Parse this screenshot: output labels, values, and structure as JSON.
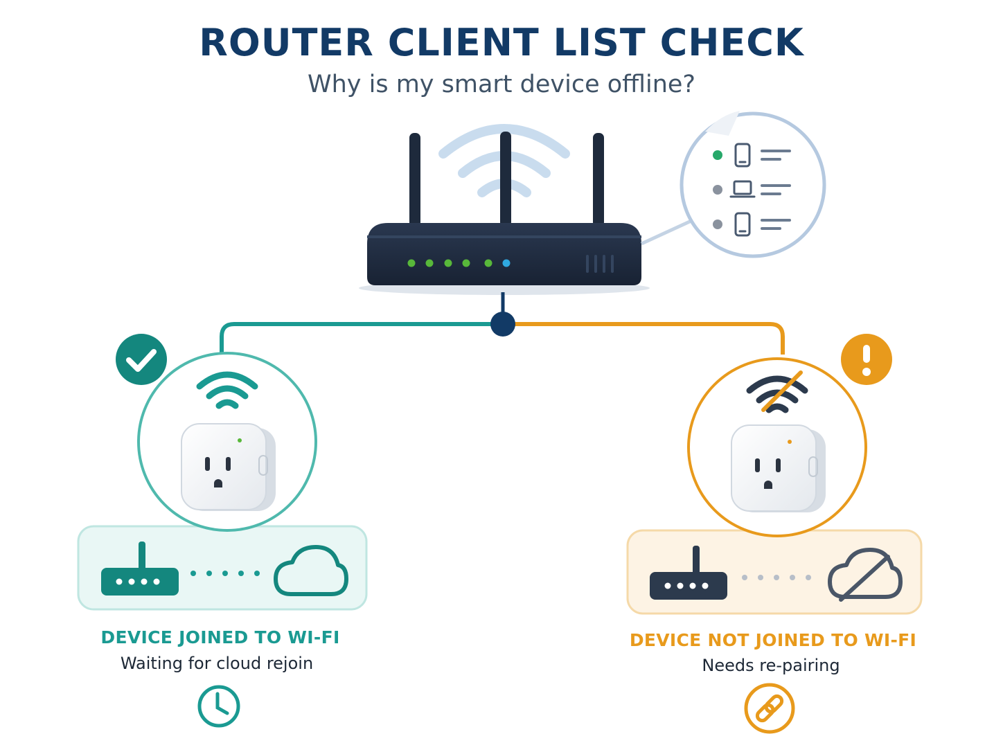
{
  "header": {
    "title": "ROUTER CLIENT LIST CHECK",
    "subtitle": "Why is my smart device offline?"
  },
  "colors": {
    "navy": "#123a66",
    "router": "#1e2a3c",
    "teal": "#1a9a92",
    "teal_light": "#4fb9ad",
    "orange": "#e89a1c",
    "green_led": "#58b83a",
    "blue_led": "#2fa8df"
  },
  "client_list": {
    "rows": [
      {
        "device": "phone-icon",
        "status": "online",
        "dot_color": "#27a86a"
      },
      {
        "device": "laptop-icon",
        "status": "offline",
        "dot_color": "#8a929e"
      },
      {
        "device": "phone-icon",
        "status": "offline",
        "dot_color": "#8a929e"
      }
    ]
  },
  "left_branch": {
    "status": "joined",
    "title": "DEVICE JOINED TO WI-FI",
    "subtitle": "Waiting for cloud rejoin",
    "badge_icon": "checkmark-icon",
    "bottom_icon": "clock-icon",
    "wifi_icon": "wifi-icon",
    "cloud_icon": "cloud-icon"
  },
  "right_branch": {
    "status": "not_joined",
    "title": "DEVICE NOT JOINED TO WI-FI",
    "subtitle": "Needs re-pairing",
    "badge_icon": "exclamation-icon",
    "bottom_icon": "link-icon",
    "wifi_icon": "wifi-off-icon",
    "cloud_icon": "cloud-off-icon"
  }
}
